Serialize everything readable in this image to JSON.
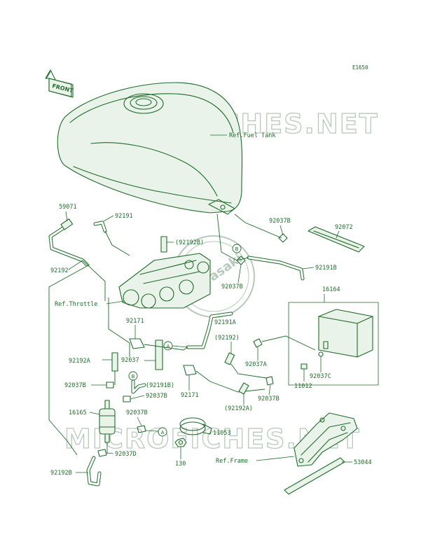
{
  "diagram_code": "E1650",
  "front_label": "FRONT",
  "watermark": "MICROFICHES.NET",
  "logo_text": "Kawasaki",
  "colors": {
    "ink": "#1f6b2a",
    "watermark": "#b8c9bb",
    "background": "#ffffff"
  },
  "labels": {
    "ref_fuel_tank": "Ref.Fuel Tank",
    "ref_throttle": "Ref.Throttle",
    "ref_frame": "Ref.Frame",
    "p59071": "59071",
    "p92191": "92191",
    "p92192": "92192",
    "p92192b_paren": "(92192B)",
    "p92037b_top": "92037B",
    "p92072": "92072",
    "p92191b": "92191B",
    "p92037b_mid": "92037B",
    "p16164": "16164",
    "p92171_a": "92171",
    "p92191a": "92191A",
    "p92192_paren": "(92192)",
    "p92037a": "92037A",
    "p92192a": "92192A",
    "p92037": "92037",
    "p11012": "11012",
    "p92037c": "92037C",
    "p92037b_l1": "92037B",
    "p92191b_paren": "(92191B)",
    "p92037b_l2": "92037B",
    "p92171_b": "92171",
    "p92037b_r": "92037B",
    "p92192a_paren": "(92192A)",
    "p16165": "16165",
    "p92037b_l3": "92037B",
    "p11053": "11053",
    "p92037d": "92037D",
    "p130": "130",
    "p92192b": "92192B",
    "p53044": "53044",
    "circle_a": "A",
    "circle_b": "B"
  }
}
